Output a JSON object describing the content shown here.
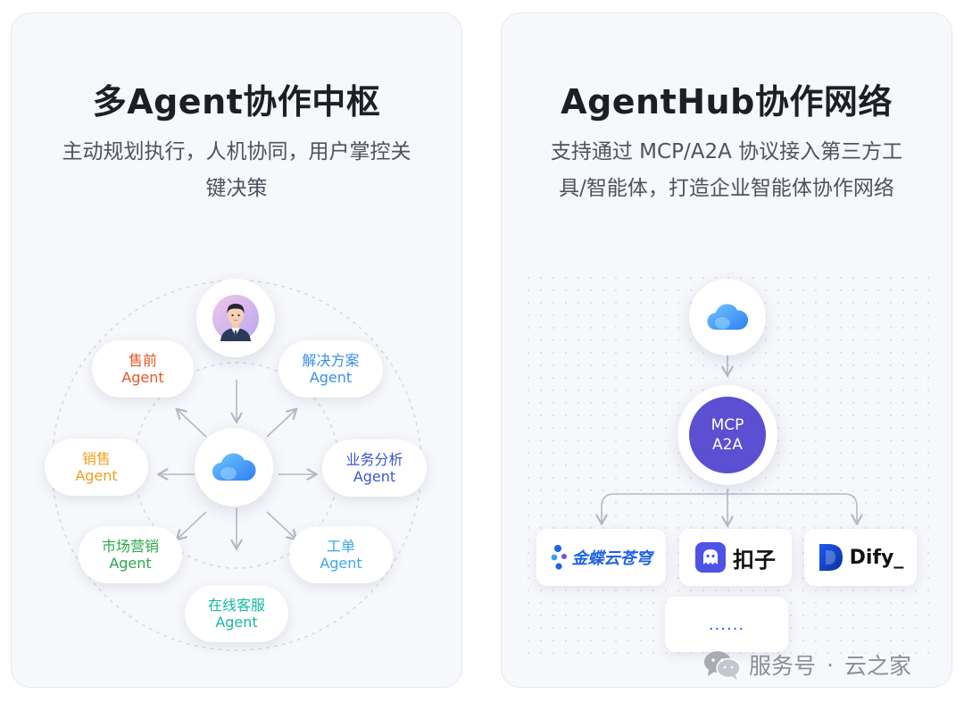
{
  "left_panel": {
    "title": "多Agent协作中枢",
    "subtitle_lines": [
      "主动规划执行，人机协同，用户掌控关",
      "键决策"
    ],
    "agents": [
      {
        "line1": "售前",
        "line2": "Agent",
        "color": "#e5572a"
      },
      {
        "line1": "解决方案",
        "line2": "Agent",
        "color": "#3a8ee8"
      },
      {
        "line1": "销售",
        "line2": "Agent",
        "color": "#f0a020"
      },
      {
        "line1": "业务分析",
        "line2": "Agent",
        "color": "#3b56d0"
      },
      {
        "line1": "市场营销",
        "line2": "Agent",
        "color": "#2aa84a"
      },
      {
        "line1": "工单",
        "line2": "Agent",
        "color": "#3aa8e8"
      },
      {
        "line1": "在线客服",
        "line2": "Agent",
        "color": "#16b8a0"
      }
    ]
  },
  "right_panel": {
    "title": "AgentHub协作网络",
    "subtitle_lines": [
      "支持通过 MCP/A2A 协议接入第三方工",
      "具/智能体，打造企业智能体协作网络"
    ],
    "hub_line1": "MCP",
    "hub_line2": "A2A",
    "tools": [
      {
        "name": "金蝶云苍穹",
        "brand_color": "#1e62e6"
      },
      {
        "name": "扣子",
        "brand_color": "#4d53e8"
      },
      {
        "name": "Dify_",
        "brand_color": "#1c5cf0"
      }
    ],
    "more_label": "......"
  },
  "watermark": {
    "service": "服务号",
    "separator": "·",
    "account": "云之家"
  },
  "colors": {
    "cloud": "#3d9bf0",
    "hub": "#5b4fd2"
  }
}
